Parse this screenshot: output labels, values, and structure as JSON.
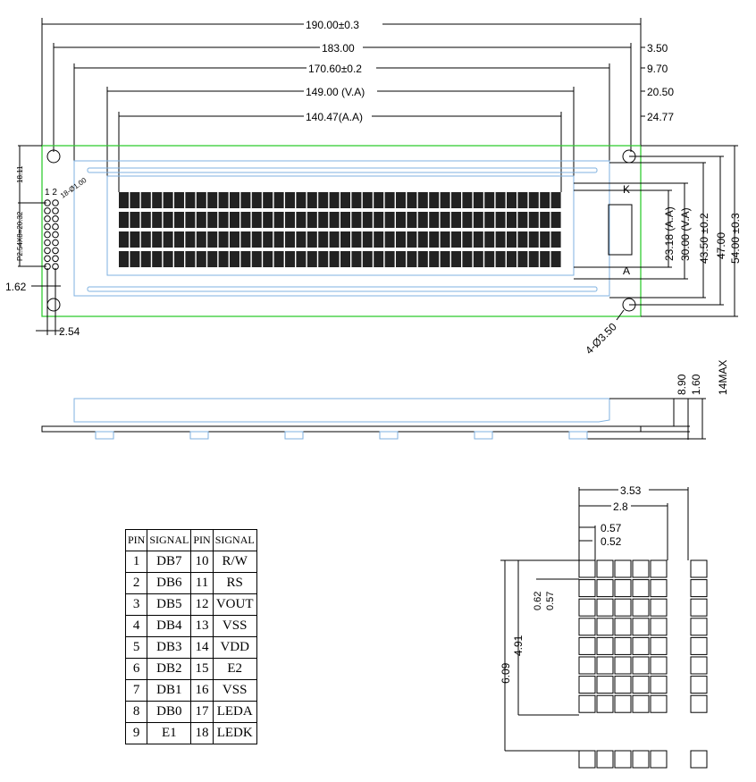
{
  "top_dims": [
    {
      "label": "190.00±0.3",
      "offset": "3.50"
    },
    {
      "label": "183.00",
      "offset": "9.70"
    },
    {
      "label": "170.60±0.2",
      "offset": "20.50"
    },
    {
      "label": "149.00 (V.A)",
      "offset": "24.77"
    },
    {
      "label": "140.47(A.A)",
      "offset": ""
    }
  ],
  "right_dims": [
    "23.18 (A.A)",
    "30.00 (V.A)",
    "43.50 ±0.2",
    "47.00",
    "54.00 ±0.3"
  ],
  "left_dims": {
    "pin_offset": "18.11",
    "pitch": "P2.54X8=20.32",
    "holes": "18-Ø1.00",
    "pin_numbers": "1 2",
    "edge": "1.62",
    "row_spacing": "2.54"
  },
  "mount_holes": "4-Ø3.50",
  "backlight": {
    "k": "K",
    "a": "A"
  },
  "side_dims": [
    "8.90",
    "1.60",
    "14MAX"
  ],
  "display": {
    "rows": 4,
    "cols": 40
  },
  "pin_table": {
    "headers": [
      "PIN",
      "SIGNAL",
      "PIN",
      "SIGNAL"
    ],
    "rows": [
      [
        "1",
        "DB7",
        "10",
        "R/W"
      ],
      [
        "2",
        "DB6",
        "11",
        "RS"
      ],
      [
        "3",
        "DB5",
        "12",
        "VOUT"
      ],
      [
        "4",
        "DB4",
        "13",
        "VSS"
      ],
      [
        "5",
        "DB3",
        "14",
        "VDD"
      ],
      [
        "6",
        "DB2",
        "15",
        "E2"
      ],
      [
        "7",
        "DB1",
        "16",
        "VSS"
      ],
      [
        "8",
        "DB0",
        "17",
        "LEDA"
      ],
      [
        "9",
        "E1",
        "18",
        "LEDK"
      ]
    ]
  },
  "char_dims": {
    "w_total": "3.53",
    "w_char": "2.8",
    "dot_pitch_w": "0.57",
    "dot_w": "0.52",
    "dot_pitch_h": "0.62",
    "dot_h": "0.57",
    "h_char": "4.91",
    "h_total": "6.09"
  }
}
